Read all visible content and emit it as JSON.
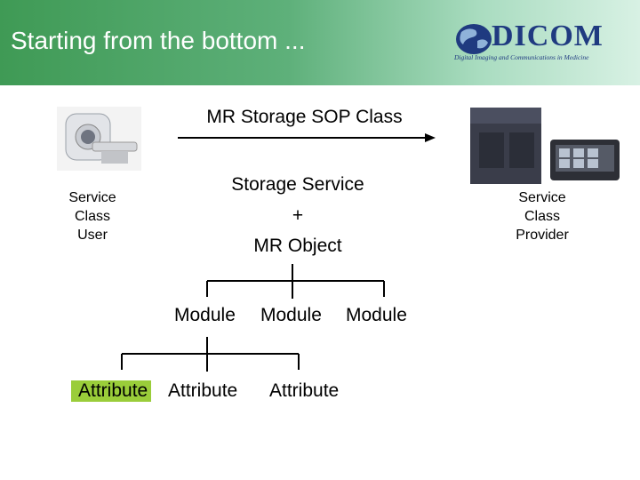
{
  "slide": {
    "title": "Starting from the bottom ...",
    "logo": {
      "name": "DICOM",
      "tagline": "Digital Imaging and Communications in Medicine"
    },
    "sop_class_label": "MR Storage SOP Class",
    "scu_label": [
      "Service",
      "Class",
      "User"
    ],
    "scp_label": [
      "Service",
      "Class",
      "Provider"
    ],
    "object_lines": [
      "Storage Service",
      "+",
      "MR Object"
    ],
    "modules": [
      "Module",
      "Module",
      "Module"
    ],
    "attributes": [
      "Attribute",
      "Attribute",
      "Attribute"
    ],
    "highlight_color": "#9acd3a"
  }
}
